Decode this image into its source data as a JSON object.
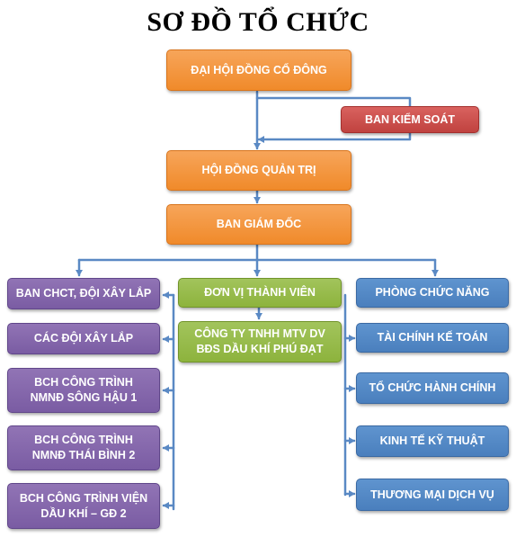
{
  "title": "SƠ ĐỒ TỔ CHỨC",
  "colors": {
    "connector": "#5a89c4",
    "top_level": "#f39a44",
    "supervisory": "#c94f4c",
    "construction": "#8566ad",
    "member_units": "#98bb4c",
    "departments": "#5489c6"
  },
  "top": {
    "shareholders": "ĐẠI HỘI ĐỒNG CỔ ĐÔNG",
    "supervisory_board": "BAN KIỂM SOÁT",
    "board_of_directors": "HỘI ĐỒNG QUẢN TRỊ",
    "management": "BAN GIÁM ĐỐC"
  },
  "left_column": [
    "BAN CHCT, ĐỘI XÂY LẮP",
    "CÁC ĐỘI XÂY LẮP",
    "BCH CÔNG TRÌNH\nNMNĐ SÔNG HẬU 1",
    "BCH CÔNG TRÌNH\nNMNĐ THÁI BÌNH 2",
    "BCH CÔNG TRÌNH VIỆN\nDẦU KHÍ – GĐ 2"
  ],
  "middle_column": [
    "ĐƠN VỊ THÀNH VIÊN",
    "CÔNG TY TNHH MTV DV\nBĐS DẦU KHÍ PHÚ ĐẠT"
  ],
  "right_column": [
    "PHÒNG CHỨC NĂNG",
    "TÀI CHÍNH KẾ TOÁN",
    "TỔ CHỨC HÀNH CHÍNH",
    "KINH TẾ KỸ THUẬT",
    "THƯƠNG MẠI DỊCH VỤ"
  ]
}
